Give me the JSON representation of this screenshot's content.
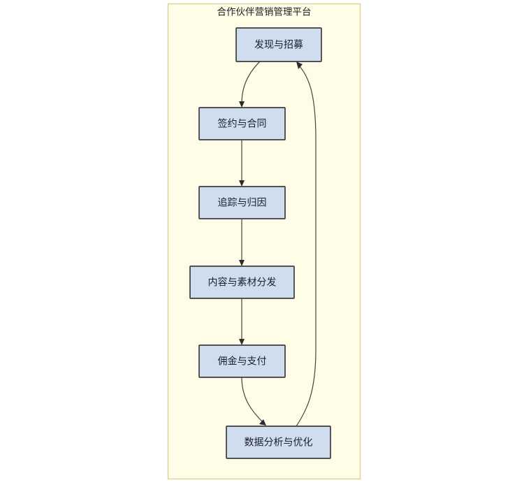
{
  "diagram": {
    "type": "flowchart",
    "orientation": "top-to-bottom",
    "cluster": {
      "title": "合作伙伴营销管理平台",
      "background_color": "#fffce8",
      "border_color": "#d6d08a"
    },
    "node_style": {
      "fill_color": "#cfddef",
      "border_color": "#3c3c3c",
      "text_color": "#17212b"
    },
    "edge_style": {
      "line_color": "#4a4a42",
      "arrow_color": "#2b2b2b"
    },
    "nodes": [
      {
        "id": "n1",
        "label": "发现与招募"
      },
      {
        "id": "n2",
        "label": "签约与合同"
      },
      {
        "id": "n3",
        "label": "追踪与归因"
      },
      {
        "id": "n4",
        "label": "内容与素材分发"
      },
      {
        "id": "n5",
        "label": "佣金与支付"
      },
      {
        "id": "n6",
        "label": "数据分析与优化"
      }
    ],
    "edges": [
      {
        "from": "n1",
        "to": "n2",
        "label": "",
        "shape": "curved"
      },
      {
        "from": "n2",
        "to": "n3",
        "label": "",
        "shape": "straight"
      },
      {
        "from": "n3",
        "to": "n4",
        "label": "",
        "shape": "straight"
      },
      {
        "from": "n4",
        "to": "n5",
        "label": "",
        "shape": "straight"
      },
      {
        "from": "n5",
        "to": "n6",
        "label": "",
        "shape": "curved"
      },
      {
        "from": "n6",
        "to": "n1",
        "label": "",
        "shape": "curved-feedback"
      }
    ]
  }
}
